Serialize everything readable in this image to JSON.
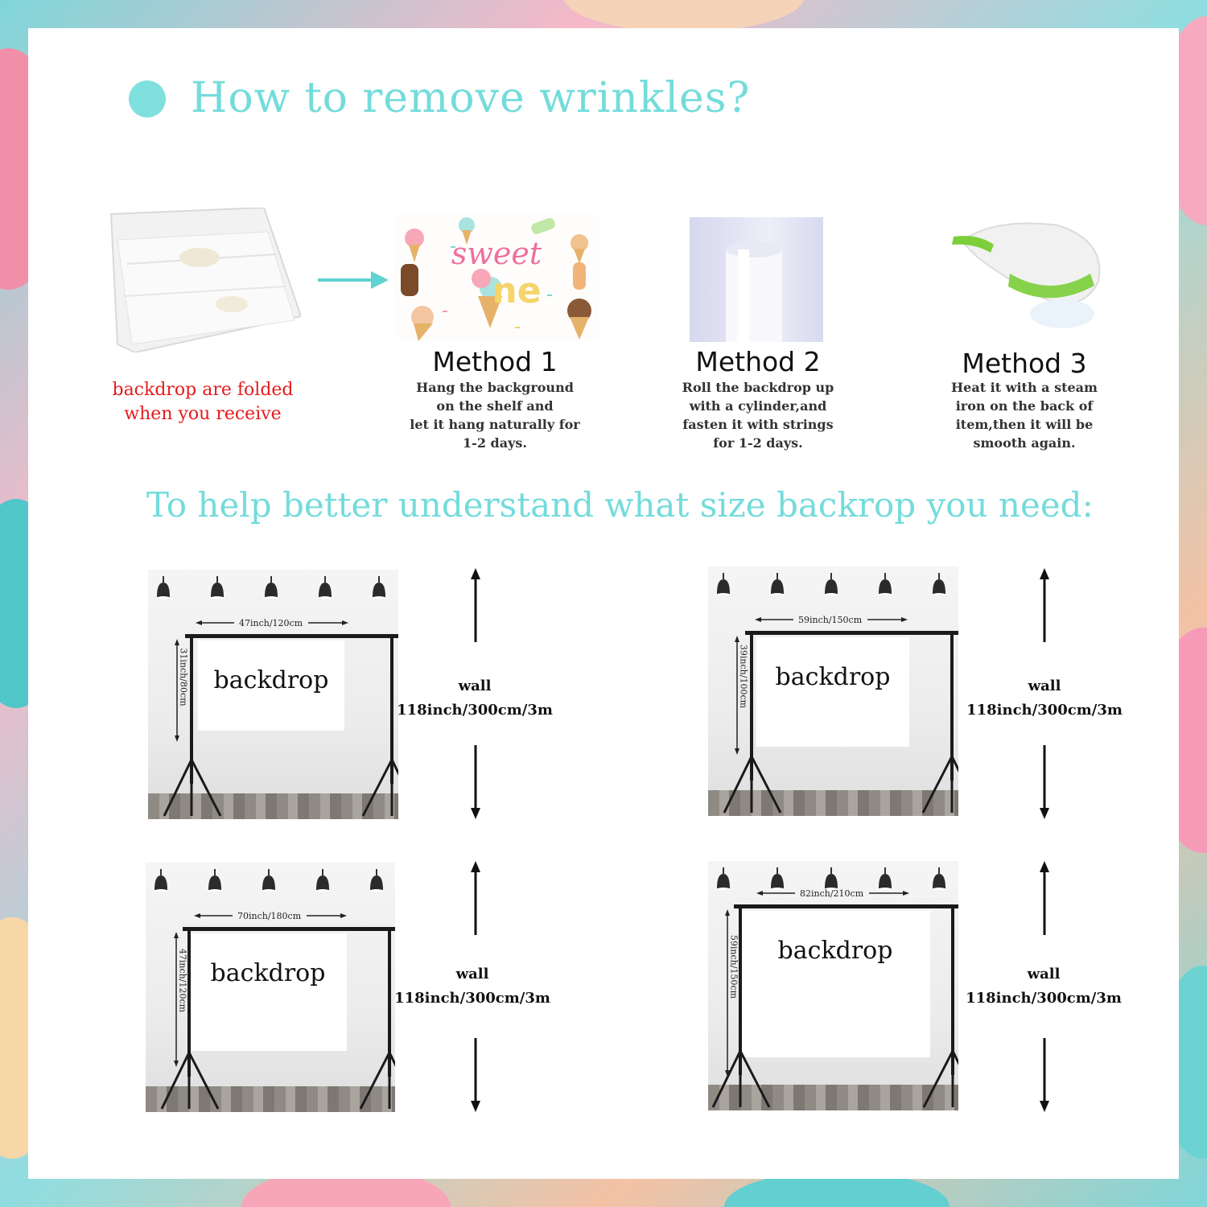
{
  "title": "How to remove wrinkles?",
  "folded_caption_line1": "backdrop are folded",
  "folded_caption_line2": "when you receive",
  "thumb1_text_a": "sweet",
  "thumb1_text_b": "ne",
  "methods": [
    {
      "title": "Method 1",
      "lines": [
        "Hang the background",
        "on the shelf and",
        "let it hang naturally for",
        "1-2 days."
      ]
    },
    {
      "title": "Method 2",
      "lines": [
        "Roll the backdrop up",
        "with a cylinder,and",
        "fasten it with strings",
        "for 1-2 days."
      ]
    },
    {
      "title": "Method 3",
      "lines": [
        "Heat it with a steam",
        "iron on the back of",
        "item,then it will be",
        "smooth again."
      ]
    }
  ],
  "subtitle": "To help better understand what size backrop you need:",
  "scenes": [
    {
      "width_label": "47inch/120cm",
      "height_label": "31inch/80cm",
      "backdrop_label": "backdrop",
      "wall_label": "wall",
      "wall_size": "118inch/300cm/3m"
    },
    {
      "width_label": "59inch/150cm",
      "height_label": "39inch/100cm",
      "backdrop_label": "backdrop",
      "wall_label": "wall",
      "wall_size": "118inch/300cm/3m"
    },
    {
      "width_label": "70inch/180cm",
      "height_label": "47inch/120cm",
      "backdrop_label": "backdrop",
      "wall_label": "wall",
      "wall_size": "118inch/300cm/3m"
    },
    {
      "width_label": "82inch/210cm",
      "height_label": "59inch/150cm",
      "backdrop_label": "backdrop",
      "wall_label": "wall",
      "wall_size": "118inch/300cm/3m"
    }
  ],
  "colors": {
    "accent": "#73dcdb",
    "caption_red": "#e41c1c"
  }
}
